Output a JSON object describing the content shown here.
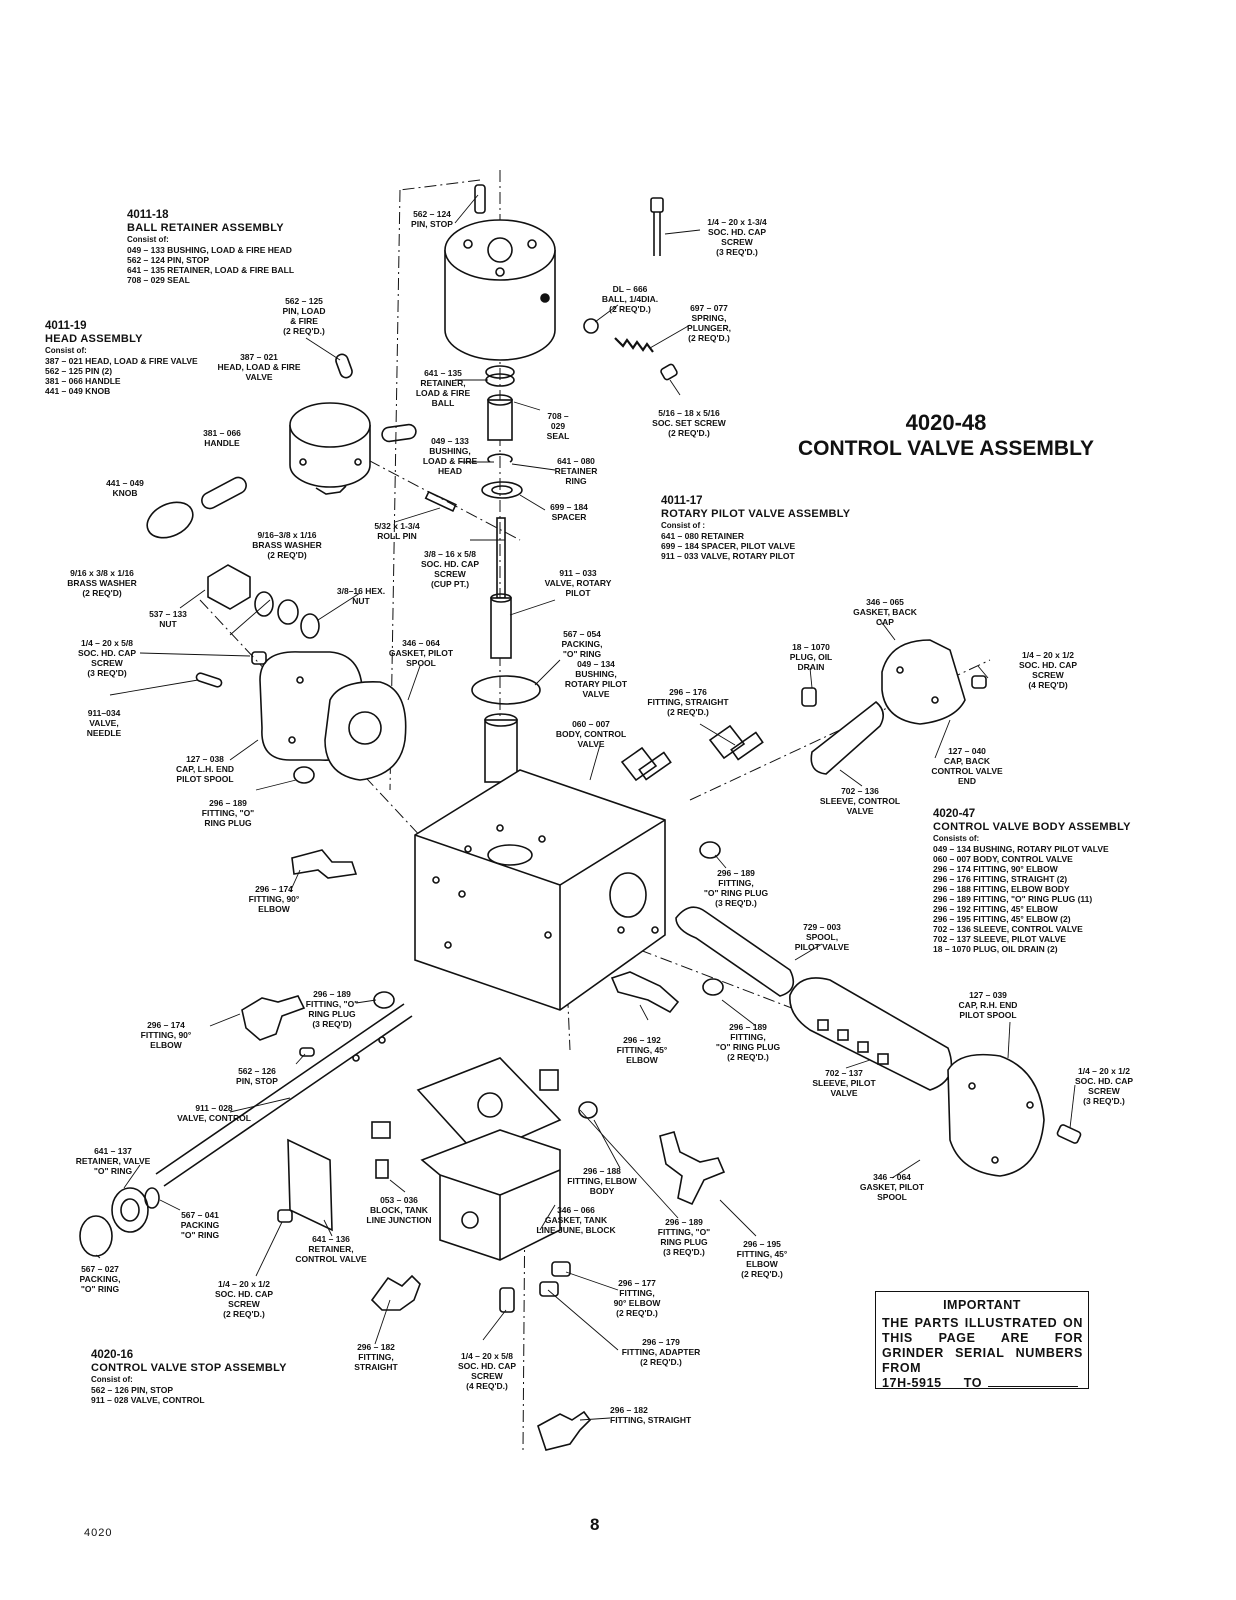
{
  "title": {
    "number": "4020-48",
    "text": "CONTROL VALVE ASSEMBLY"
  },
  "assemblies": {
    "ball_retainer": {
      "id": "4011-18",
      "title": "BALL RETAINER ASSEMBLY",
      "consist": "Consist of:",
      "items": [
        "049 – 133  BUSHING, LOAD & FIRE HEAD",
        "562 – 124  PIN, STOP",
        "641 – 135  RETAINER, LOAD & FIRE BALL",
        "708 – 029  SEAL"
      ]
    },
    "head": {
      "id": "4011-19",
      "title": "HEAD ASSEMBLY",
      "consist": "Consist of:",
      "items": [
        "387 – 021  HEAD, LOAD & FIRE VALVE",
        "562 – 125  PIN (2)",
        "381 – 066  HANDLE",
        "441 – 049  KNOB"
      ]
    },
    "rotary_pilot": {
      "id": "4011-17",
      "title": "ROTARY PILOT VALVE ASSEMBLY",
      "consist": "Consist of :",
      "items": [
        "641 – 080  RETAINER",
        "699 – 184  SPACER, PILOT VALVE",
        "911 – 033  VALVE, ROTARY PILOT"
      ]
    },
    "body": {
      "id": "4020-47",
      "title": "CONTROL VALVE BODY ASSEMBLY",
      "consist": "Consists of:",
      "items": [
        "049 – 134 BUSHING, ROTARY PILOT VALVE",
        "060 – 007 BODY, CONTROL VALVE",
        "296 – 174 FITTING, 90° ELBOW",
        "296 – 176 FITTING, STRAIGHT (2)",
        "296 – 188 FITTING, ELBOW BODY",
        "296 – 189 FITTING, \"O\" RING PLUG (11)",
        "296 – 192 FITTING, 45° ELBOW",
        "296 – 195 FITTING, 45° ELBOW (2)",
        "702 – 136 SLEEVE, CONTROL VALVE",
        "702 – 137 SLEEVE, PILOT VALVE",
        "18 – 1070 PLUG, OIL DRAIN (2)"
      ]
    },
    "stop": {
      "id": "4020-16",
      "title": "CONTROL VALVE STOP ASSEMBLY",
      "consist": "Consist of:",
      "items": [
        "562 – 126  PIN, STOP",
        "911 – 028  VALVE, CONTROL"
      ]
    }
  },
  "callouts": [
    "562 – 124\nPIN, STOP",
    "1/4 – 20 x 1-3/4\nSOC. HD. CAP\nSCREW\n(3 REQ'D.)",
    "DL – 666\nBALL, 1/4DIA.\n(2 REQ'D.)",
    "697 – 077\nSPRING,\nPLUNGER,\n(2 REQ'D.)",
    "562 – 125\nPIN, LOAD\n& FIRE\n(2 REQ'D.)",
    "387 – 021\nHEAD, LOAD & FIRE\nVALVE",
    "641 – 135\nRETAINER,\nLOAD & FIRE\nBALL",
    "708 – 029\nSEAL",
    "5/16 – 18 x 5/16\nSOC. SET SCREW\n(2 REQ'D.)",
    "381 – 066\nHANDLE",
    "049 – 133\nBUSHING,\nLOAD & FIRE\nHEAD",
    "641 – 080\nRETAINER\nRING",
    "441 – 049\nKNOB",
    "699 – 184\nSPACER",
    "5/32 x 1-3/4\nROLL PIN",
    "9/16–3/8 x 1/16\nBRASS WASHER\n(2 REQ'D)",
    "3/8 – 16 x 5/8\nSOC. HD. CAP\nSCREW\n(CUP PT.)",
    "9/16 x 3/8 x 1/16\nBRASS WASHER\n(2 REQ'D)",
    "911 – 033\nVALVE, ROTARY\nPILOT",
    "3/8–16 HEX.\nNUT",
    "537 – 133\nNUT",
    "346 – 065\nGASKET, BACK\nCAP",
    "1/4 – 20 x 5/8\nSOC. HD. CAP\nSCREW\n(3 REQ'D)",
    "567 – 054\nPACKING,\n\"O\" RING",
    "346 – 064\nGASKET, PILOT\nSPOOL",
    "18 – 1070\nPLUG, OIL\nDRAIN",
    "1/4 – 20 x 1/2\nSOC. HD. CAP\nSCREW\n(4 REQ'D)",
    "049 – 134\nBUSHING,\nROTARY PILOT\nVALVE",
    "911–034\nVALVE,\nNEEDLE",
    "296 – 176\nFITTING, STRAIGHT\n(2 REQ'D.)",
    "060 – 007\nBODY, CONTROL\nVALVE",
    "127 – 040\nCAP, BACK\nCONTROL VALVE\nEND",
    "127 – 038\nCAP, L.H. END\nPILOT SPOOL",
    "702 – 136\nSLEEVE, CONTROL\nVALVE",
    "296 – 189\nFITTING, \"O\"\nRING PLUG",
    "296 – 174\nFITTING, 90°\nELBOW",
    "296 – 189\nFITTING,\n\"O\" RING PLUG\n(3 REQ'D.)",
    "729 – 003\nSPOOL,\nPILOT  VALVE",
    "296 – 189\nFITTING, \"O\"\nRING  PLUG\n(3 REQ'D)",
    "296 – 174\nFITTING, 90°\nELBOW",
    "127 – 039\nCAP, R.H. END\nPILOT SPOOL",
    "296 – 192\nFITTING, 45°\nELBOW",
    "296 – 189\nFITTING,\n\"O\" RING PLUG\n(2 REQ'D.)",
    "562 – 126\nPIN, STOP",
    "1/4 – 20 x 1/2\nSOC. HD. CAP\nSCREW\n(3 REQ'D.)",
    "911 – 028\nVALVE, CONTROL",
    "702 – 137\nSLEEVE, PILOT\nVALVE",
    "641 – 137\nRETAINER, VALVE\n\"O\" RING",
    "296 – 188\nFITTING, ELBOW\nBODY",
    "346 – 064\nGASKET, PILOT\nSPOOL",
    "567 – 041\nPACKING\n\"O\" RING",
    "053 – 036\nBLOCK, TANK\nLINE JUNCTION",
    "346 – 066\nGASKET, TANK\nLINE JUNE, BLOCK",
    "296 – 189\nFITTING, \"O\"\nRING PLUG\n(3 REQ'D.)",
    "296 – 195\nFITTING, 45°\nELBOW\n(2 REQ'D.)",
    "641 – 136\nRETAINER,\nCONTROL VALVE",
    "567 – 027\nPACKING,\n\"O\" RING",
    "1/4 – 20 x 1/2\nSOC. HD. CAP\nSCREW\n(2 REQ'D.)",
    "296 – 177\nFITTING,\n90° ELBOW\n(2 REQ'D.)",
    "296 – 179\nFITTING, ADAPTER\n(2 REQ'D.)",
    "296 – 182\nFITTING,\nSTRAIGHT",
    "1/4 – 20 x 5/8\nSOC. HD. CAP\nSCREW\n(4 REQ'D.)",
    "296 – 182\nFITTING, STRAIGHT"
  ],
  "important": {
    "heading": "IMPORTANT",
    "body": "THE PARTS ILLUSTRATED ON THIS PAGE ARE FOR GRINDER SERIAL NUMBERS FROM",
    "serial_from": "17H-5915",
    "to_label": "TO"
  },
  "page_number": "8",
  "doc_code": "4020"
}
